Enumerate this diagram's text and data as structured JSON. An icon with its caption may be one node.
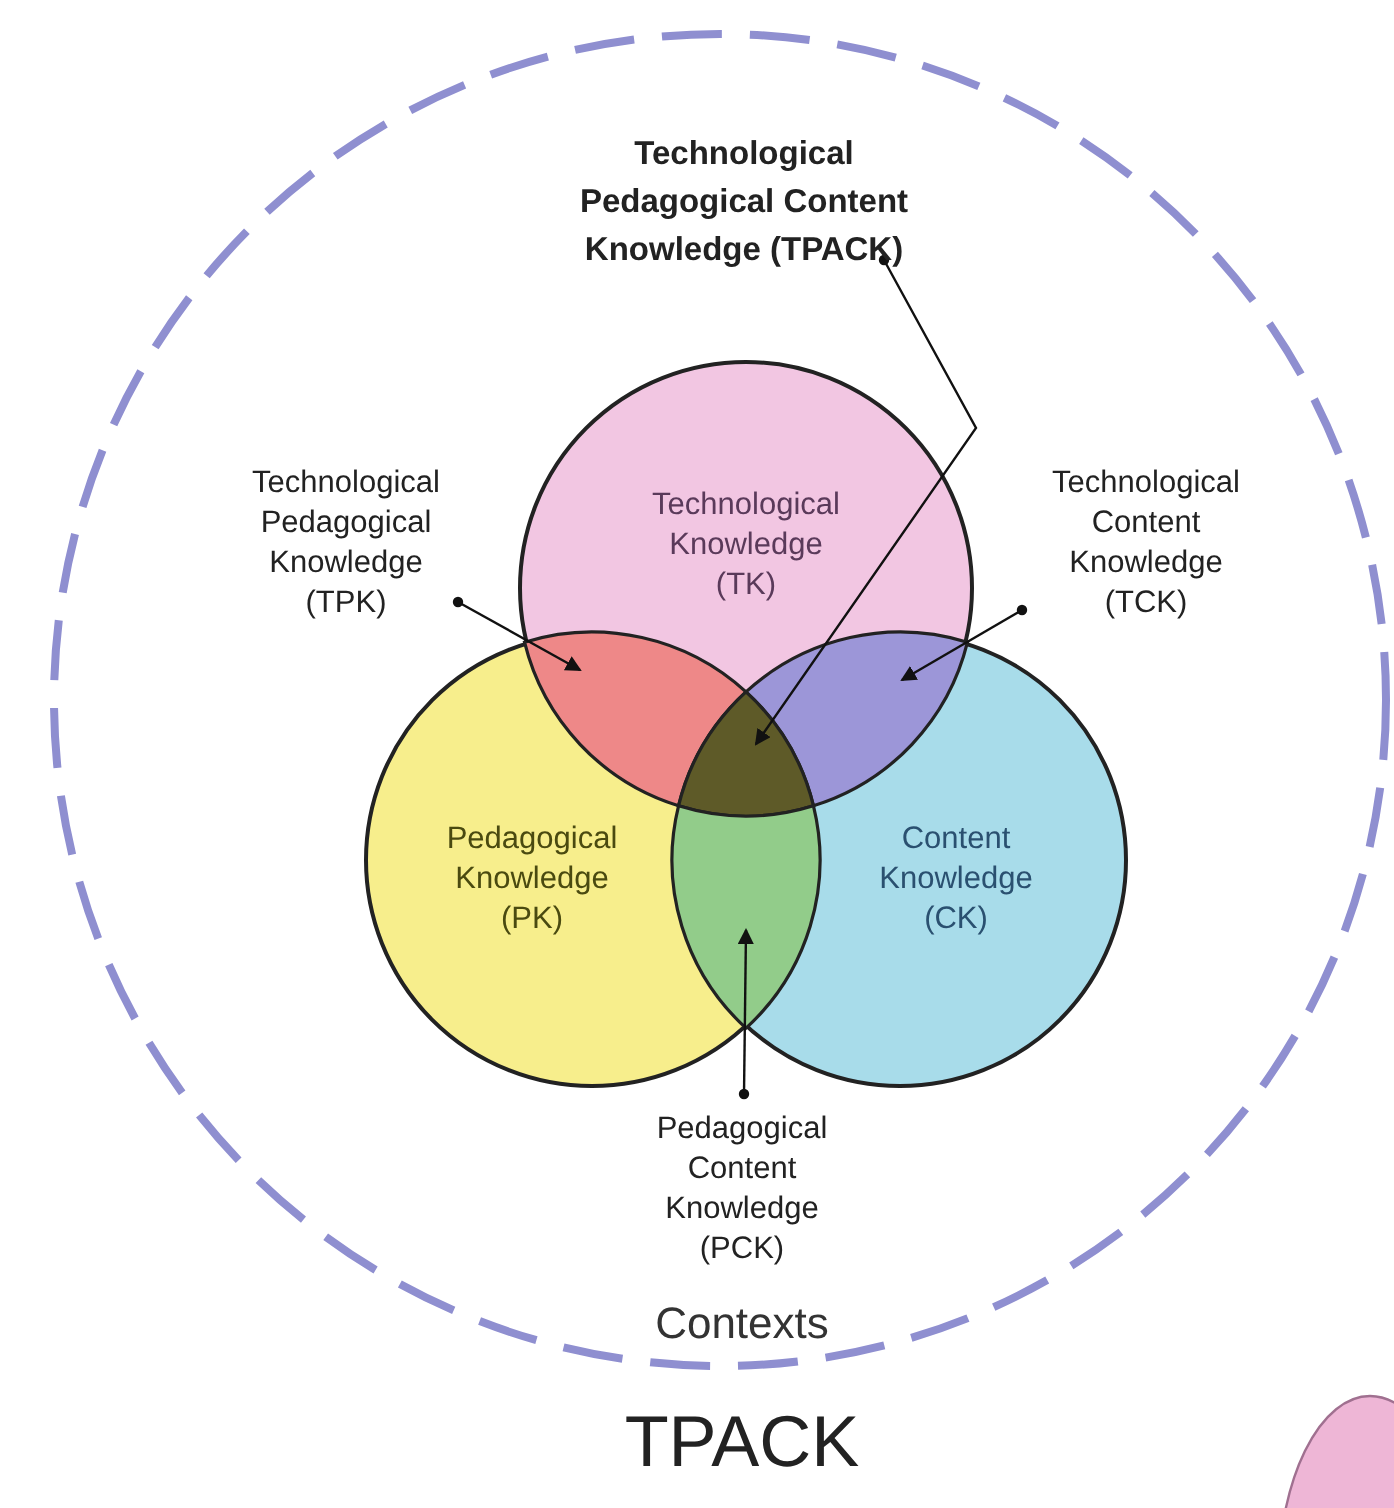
{
  "diagram": {
    "title": "TPACK",
    "nodes": [
      {
        "text": [
          "Contexts"
        ]
      },
      {
        "text": [
          "Technological Pedagogical Content Knowledge (TPACK)"
        ],
        "in": 0
      },
      {
        "text": [
          "Technological Pedagogical Knowledge (TPK)"
        ],
        "in": 0
      },
      {
        "text": [
          "Technological Knowledge (TK)"
        ],
        "in": 0
      },
      {
        "text": [
          "Technological Content Knowledge (TCK)"
        ],
        "in": 0
      },
      {
        "text": [],
        "shape": "lens"
      },
      {
        "text": [],
        "shape": "lens"
      },
      {
        "text": [],
        "shape": "triangle"
      },
      {
        "text": [
          "Pedagogical Knowledge (PK)"
        ],
        "in": 0
      },
      {
        "text": [
          "Content Knowledge (CK)"
        ],
        "in": 0
      },
      {
        "text": [],
        "shape": "lens"
      },
      {
        "text": [
          "Pedagogical Content Knowledge (PCK)"
        ],
        "in": 0
      }
    ],
    "edges": [
      {
        "from": 1,
        "to": 7,
        "arrow": "to"
      },
      {
        "from": 2,
        "to": 5,
        "arrow": "to"
      },
      {
        "from": 4,
        "to": 6,
        "arrow": "to"
      },
      {
        "from": 11,
        "to": 10,
        "arrow": "to"
      }
    ]
  }
}
